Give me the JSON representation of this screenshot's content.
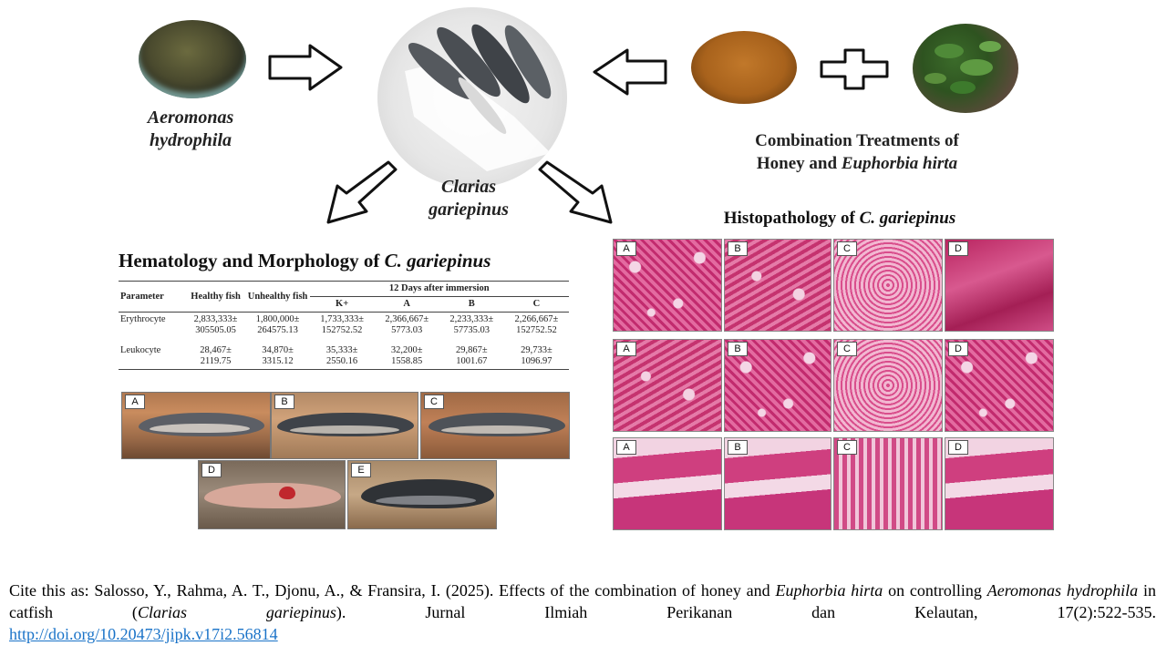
{
  "labels": {
    "aeromonas": "Aeromonas hydrophila",
    "clarias": "Clarias gariepinus",
    "combination_line1": "Combination Treatments of",
    "combination_line2_prefix": "Honey and ",
    "combination_line2_italic": "Euphorbia hirta"
  },
  "hematology": {
    "title_prefix": "Hematology and Morphology of ",
    "title_italic": "C. gariepinus",
    "table": {
      "col_parameter": "Parameter",
      "col_healthy": "Healthy fish",
      "col_unhealthy": "Unhealthy fish",
      "col_group": "12 Days after immersion",
      "sub_cols": [
        "K+",
        "A",
        "B",
        "C"
      ],
      "rows": [
        {
          "parameter": "Erythrocyte",
          "values": [
            [
              "2,833,333±",
              "305505.05"
            ],
            [
              "1,800,000±",
              "264575.13"
            ],
            [
              "1,733,333±",
              "152752.52"
            ],
            [
              "2,366,667±",
              "5773.03"
            ],
            [
              "2,233,333±",
              "57735.03"
            ],
            [
              "2,266,667±",
              "152752.52"
            ]
          ]
        },
        {
          "parameter": "Leukocyte",
          "values": [
            [
              "28,467±",
              "2119.75"
            ],
            [
              "34,870±",
              "3315.12"
            ],
            [
              "35,333±",
              "2550.16"
            ],
            [
              "32,200±",
              "1558.85"
            ],
            [
              "29,867±",
              "1001.67"
            ],
            [
              "29,733±",
              "1096.97"
            ]
          ]
        }
      ]
    },
    "photo_tags": [
      "A",
      "B",
      "C",
      "D",
      "E"
    ]
  },
  "histopathology": {
    "title_prefix": "Histopathology of ",
    "title_italic": "C. gariepinus",
    "panel_tags": [
      "A",
      "B",
      "C",
      "D"
    ]
  },
  "citation": {
    "line1_text": "Cite this as: Salosso, Y., Rahma, A. T., Djonu, A., & Fransira, I. (2025). Effects of the combination of honey and ",
    "line1_italic": "Euphorbia hirta",
    "line1_end": " on controlling",
    "line2_italic1": "Aeromonas hydrophila",
    "line2_text1": " in catfish (",
    "line2_italic2": "Clarias gariepinus",
    "line2_text2": "). Jurnal Ilmiah Perikanan dan Kelautan, 17(2):522-535.",
    "doi": "http://doi.org/10.20473/jipk.v17i2.56814"
  },
  "colors": {
    "link": "#1a73c8",
    "stain_dark": "#c22b6e",
    "stain_light": "#f4d6e6"
  }
}
